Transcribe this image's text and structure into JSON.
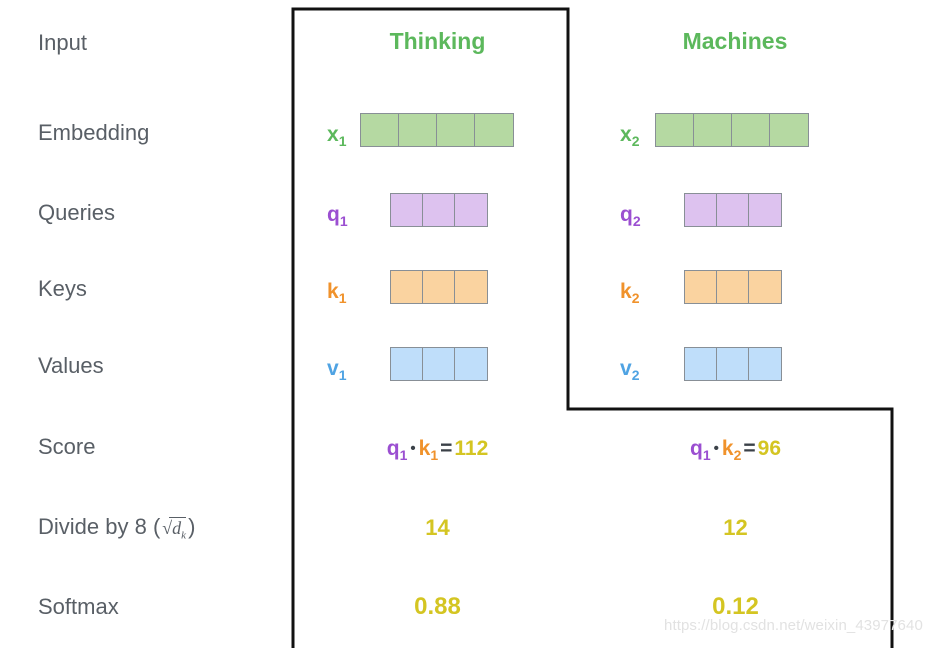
{
  "diagram": {
    "title_colors": {
      "header_green": "#5cb85c",
      "embed_green": "#5cb85c",
      "query_purple": "#9b4fd1",
      "key_orange": "#f0922b",
      "value_blue": "#4fa3e3",
      "number_yellow": "#d4c522",
      "label_gray": "#595f66",
      "cell_border": "#888f96",
      "outline_black": "#111111"
    },
    "row_labels": [
      {
        "id": "input",
        "text": "Input"
      },
      {
        "id": "embedding",
        "text": "Embedding"
      },
      {
        "id": "queries",
        "text": "Queries"
      },
      {
        "id": "keys",
        "text": "Keys"
      },
      {
        "id": "values",
        "text": "Values"
      },
      {
        "id": "score",
        "text": "Score"
      },
      {
        "id": "divide",
        "text_prefix": "Divide by 8 (",
        "math_var": "d",
        "math_sub": "k",
        "text_suffix": ")"
      },
      {
        "id": "softmax",
        "text": "Softmax"
      }
    ],
    "columns": [
      {
        "id": "col-1",
        "header": "Thinking"
      },
      {
        "id": "col-2",
        "header": "Machines"
      }
    ],
    "vectors": {
      "embedding": [
        {
          "label": "x",
          "sub": "1",
          "color": "#5cb85c",
          "cells": 4,
          "fill": "#b5d9a2"
        },
        {
          "label": "x",
          "sub": "2",
          "color": "#5cb85c",
          "cells": 4,
          "fill": "#b5d9a2"
        }
      ],
      "queries": [
        {
          "label": "q",
          "sub": "1",
          "color": "#9b4fd1",
          "cells": 3,
          "fill": "#ddc2ef"
        },
        {
          "label": "q",
          "sub": "2",
          "color": "#9b4fd1",
          "cells": 3,
          "fill": "#ddc2ef"
        }
      ],
      "keys": [
        {
          "label": "k",
          "sub": "1",
          "color": "#f0922b",
          "cells": 3,
          "fill": "#fad3a0"
        },
        {
          "label": "k",
          "sub": "2",
          "color": "#f0922b",
          "cells": 3,
          "fill": "#fad3a0"
        }
      ],
      "values": [
        {
          "label": "v",
          "sub": "1",
          "color": "#4fa3e3",
          "cells": 3,
          "fill": "#bfdefa"
        },
        {
          "label": "v",
          "sub": "2",
          "color": "#4fa3e3",
          "cells": 3,
          "fill": "#bfdefa"
        }
      ]
    },
    "score_row": [
      {
        "q_label": "q",
        "q_sub": "1",
        "operator": "•",
        "k_label": "k",
        "k_sub": "1",
        "equals": "=",
        "result": "112"
      },
      {
        "q_label": "q",
        "q_sub": "1",
        "operator": "•",
        "k_label": "k",
        "k_sub": "2",
        "equals": "=",
        "result": "96"
      }
    ],
    "divide_row": [
      "14",
      "12"
    ],
    "softmax_row": [
      "0.88",
      "0.12"
    ],
    "watermark": "https://blog.csdn.net/weixin_43977640"
  }
}
